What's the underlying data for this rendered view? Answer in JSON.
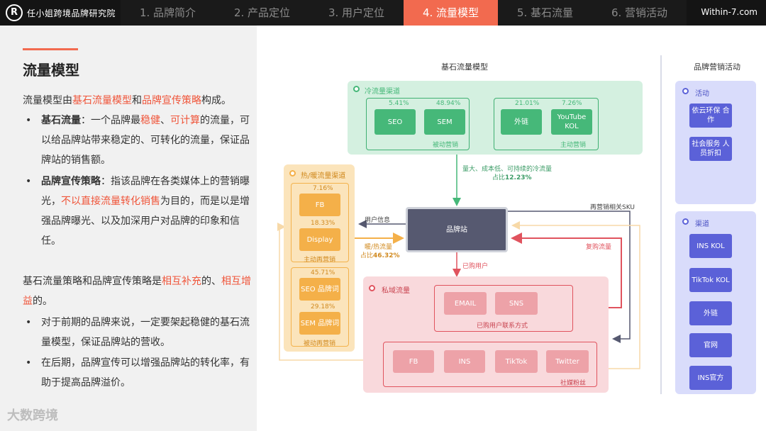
{
  "header": {
    "brand": "任小姐跨境品牌研究院",
    "logo_letter": "R",
    "nav": [
      "1. 品牌简介",
      "2. 产品定位",
      "3. 用户定位",
      "4. 流量模型",
      "5. 基石流量",
      "6. 营销活动"
    ],
    "site": "Within-7.com"
  },
  "left": {
    "title": "流量模型",
    "intro": {
      "a": "流量模型由",
      "b": "基石流量模型",
      "c": "和",
      "d": "品牌宣传策略",
      "e": "构成。"
    },
    "bullet1": {
      "t": "基石流量",
      "a": "：一个品牌最",
      "b": "稳健",
      "c": "、",
      "d": "可计算",
      "e": "的流量，可以给品牌站带来稳定的、可转化的流量，保证品牌站的销售额。"
    },
    "bullet2": {
      "t": "品牌宣传策略",
      "a": "：指该品牌在各类媒体上的营销曝光，",
      "b": "不以直接流量转化销售",
      "c": "为目的，而是以是增强品牌曝光、以及加深用户对品牌的印象和信任。"
    },
    "para2": {
      "a": "基石流量策略和品牌宣传策略是",
      "b": "相互补充",
      "c": "的、",
      "d": "相互增益",
      "e": "的。"
    },
    "bullet3": "对于前期的品牌来说，一定要架起稳健的基石流量模型，保证品牌站的营收。",
    "bullet4": "在后期，品牌宣传可以增强品牌站的转化率，有助于提高品牌溢价。",
    "bullet_char": "•",
    "watermark": "大数跨境"
  },
  "diagram": {
    "title": "基石流量模型",
    "cold": {
      "label": "冷流量渠道",
      "paid_label": "被动营销",
      "active_label": "主动营销",
      "items": [
        {
          "name": "SEO",
          "pct": "5.41%"
        },
        {
          "name": "SEM",
          "pct": "48.94%"
        },
        {
          "name": "外链",
          "pct": "21.01%"
        },
        {
          "name": "YouTube KOL",
          "pct": "7.26%"
        }
      ],
      "flow_note": "量大、成本低、可持续的冷流量",
      "flow_ratio_prefix": "占比",
      "flow_ratio": "12.23%"
    },
    "hot": {
      "label": "热/暖流量渠道",
      "active_label": "主动再营销",
      "passive_label": "被动再营销",
      "items": [
        {
          "name": "FB",
          "pct": "7.16%"
        },
        {
          "name": "Display",
          "pct": "18.33%"
        },
        {
          "name": "SEO 品牌词",
          "pct": "45.71%"
        },
        {
          "name": "SEM 品牌词",
          "pct": "29.18%"
        }
      ],
      "user_info": "用户信息",
      "flow_note": "暖/热流量",
      "flow_ratio_prefix": "占比",
      "flow_ratio": "46.32%"
    },
    "hub": "品牌站",
    "sku_note": "再营销相关SKU",
    "repurchase": "复购流量",
    "purchased": "已购用户",
    "private": {
      "label": "私域流量",
      "contacts_label": "已购用户联系方式",
      "contacts": [
        "EMAIL",
        "SNS"
      ],
      "social_label": "社媒粉丝",
      "social": [
        "FB",
        "INS",
        "TikTok",
        "Twitter"
      ]
    },
    "marketing": {
      "title": "品牌营销活动",
      "events_label": "活动",
      "events": [
        "依云环保 合作",
        "社会服务 人员折扣"
      ],
      "channels_label": "渠道",
      "channels": [
        "INS KOL",
        "TikTok KOL",
        "外链",
        "官网",
        "INS官方"
      ]
    }
  },
  "colors": {
    "accent": "#f26a4f",
    "green": "#46b879",
    "orange": "#f4b049",
    "pink": "#e0535e",
    "purple": "#5b61d8",
    "hub": "#565970"
  }
}
